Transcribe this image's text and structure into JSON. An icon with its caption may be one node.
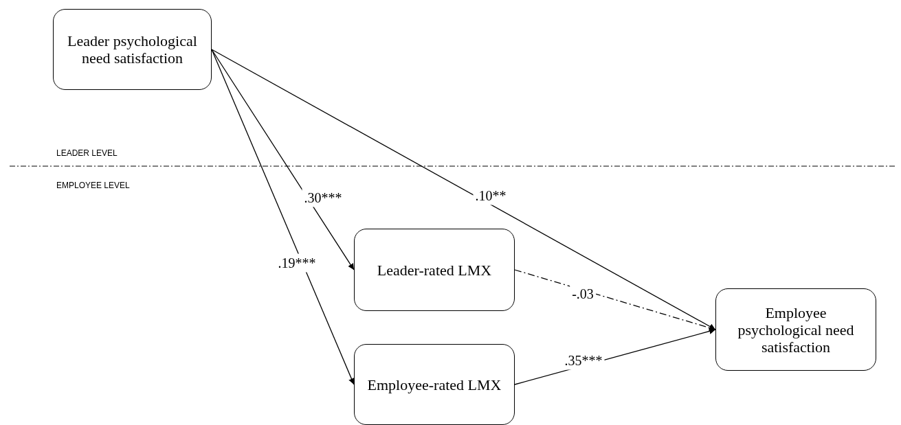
{
  "diagram": {
    "nodes": [
      {
        "text": [
          "Leader psychological need satisfaction"
        ]
      },
      {
        "text": [
          "Leader-rated LMX"
        ]
      },
      {
        "text": [
          "Employee-rated LMX"
        ]
      },
      {
        "text": [
          "Employee psychological need satisfaction"
        ]
      }
    ],
    "edges": [
      {
        "from": 0,
        "to": 3,
        "arrow": "to",
        "label": ".10**"
      },
      {
        "from": 0,
        "to": 1,
        "arrow": "to",
        "label": ".30***"
      },
      {
        "from": 0,
        "to": 2,
        "arrow": "to",
        "label": ".19***"
      },
      {
        "from": 1,
        "to": 3,
        "arrow": "to",
        "label": "-.03",
        "style": "dashed"
      },
      {
        "from": 2,
        "to": 3,
        "arrow": "to",
        "label": ".35***"
      }
    ],
    "labels": [
      "LEADER LEVEL",
      "EMPLOYEE LEVEL"
    ]
  }
}
